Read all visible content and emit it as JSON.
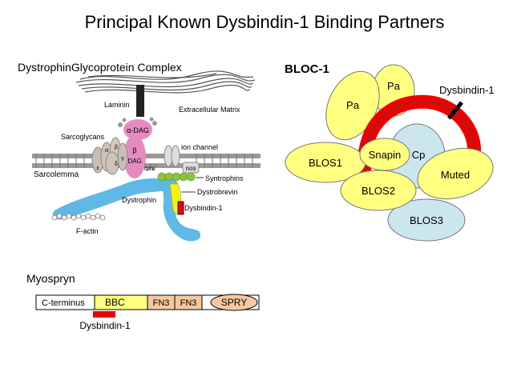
{
  "title": "Principal Known Dysbindin-1 Binding Partners",
  "dgc": {
    "heading": "DystrophinGlycoprotein Complex",
    "laminin": "Laminin",
    "extracellular_matrix": "Extracellular Matrix",
    "alpha_dag": "α-DAG",
    "beta": "β",
    "dag": "DAG",
    "sarcoglycans": "Sarcoglycans",
    "sg_e": "ε",
    "sg_a": "α",
    "sg_b": "β",
    "sg_d": "δ",
    "sg_g": "γ",
    "ion_channel": "ion channel",
    "cav": "cav",
    "nos": "nos",
    "sarcolemma": "Sarcolemma",
    "syntrophins": "Syntrophins",
    "dystrobrevin": "Dystrobrevin",
    "dystrophin": "Dystrophin",
    "dysbindin": "Dysbindin-1",
    "f_actin": "F-actin"
  },
  "bloc1": {
    "heading": "BLOC-1",
    "dysbindin": "Dysbindin-1",
    "pa_top": "Pa",
    "pa_left": "Pa",
    "blos1": "BLOS1",
    "snapin": "Snapin",
    "cp": "Cp",
    "muted": "Muted",
    "blos2": "BLOS2",
    "blos3": "BLOS3"
  },
  "myospryn": {
    "heading": "Myospryn",
    "c_terminus": "C-terminus",
    "bbc": "BBC",
    "fn3_a": "FN3",
    "fn3_b": "FN3",
    "spry": "SPRY",
    "dysbindin": "Dysbindin-1"
  },
  "colors": {
    "yellow": "#ffff80",
    "red": "#ee0000",
    "light_blue": "#cce6ee",
    "pink": "#e48cc0",
    "sky": "#5fb8e6",
    "tan": "#f6c8a0",
    "green": "#8cc63f"
  }
}
